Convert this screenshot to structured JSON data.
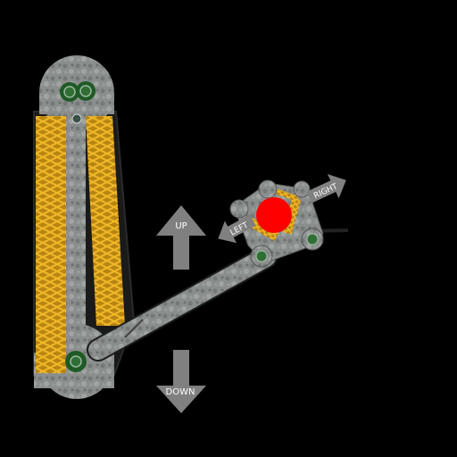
{
  "controls": {
    "up_label": "UP",
    "down_label": "DOWN",
    "left_label": "LEFT",
    "right_label": "RIGHT"
  },
  "icons": {
    "up": "arrow-up-icon",
    "down": "arrow-down-icon",
    "left": "arrow-left-icon",
    "right": "arrow-right-icon",
    "target": "red-ball-target",
    "gripper": "gripper-claw"
  },
  "colors": {
    "background": "#000000",
    "metal": "#8a8e8d",
    "spring": "#d9a21b",
    "bolt": "#2f6e34",
    "target": "#ff0000",
    "arrow": "#808080"
  }
}
